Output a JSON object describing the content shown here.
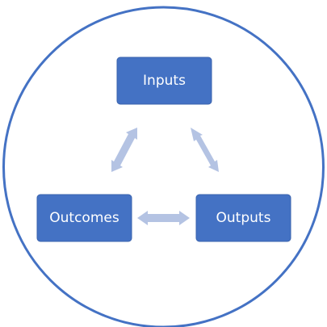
{
  "diagram": {
    "nodes": {
      "inputs": {
        "label": "Inputs"
      },
      "outputs": {
        "label": "Outputs"
      },
      "outcomes": {
        "label": "Outcomes"
      }
    },
    "connections": [
      {
        "from": "inputs",
        "to": "outputs",
        "type": "bidirectional"
      },
      {
        "from": "outputs",
        "to": "outcomes",
        "type": "bidirectional"
      },
      {
        "from": "outcomes",
        "to": "inputs",
        "type": "bidirectional"
      }
    ],
    "colors": {
      "box_fill": "#4472C4",
      "box_stroke": "#3A63AD",
      "circle_stroke": "#4472C4",
      "arrow_fill": "#B4C3E3",
      "label_text": "#FFFFFF"
    }
  }
}
